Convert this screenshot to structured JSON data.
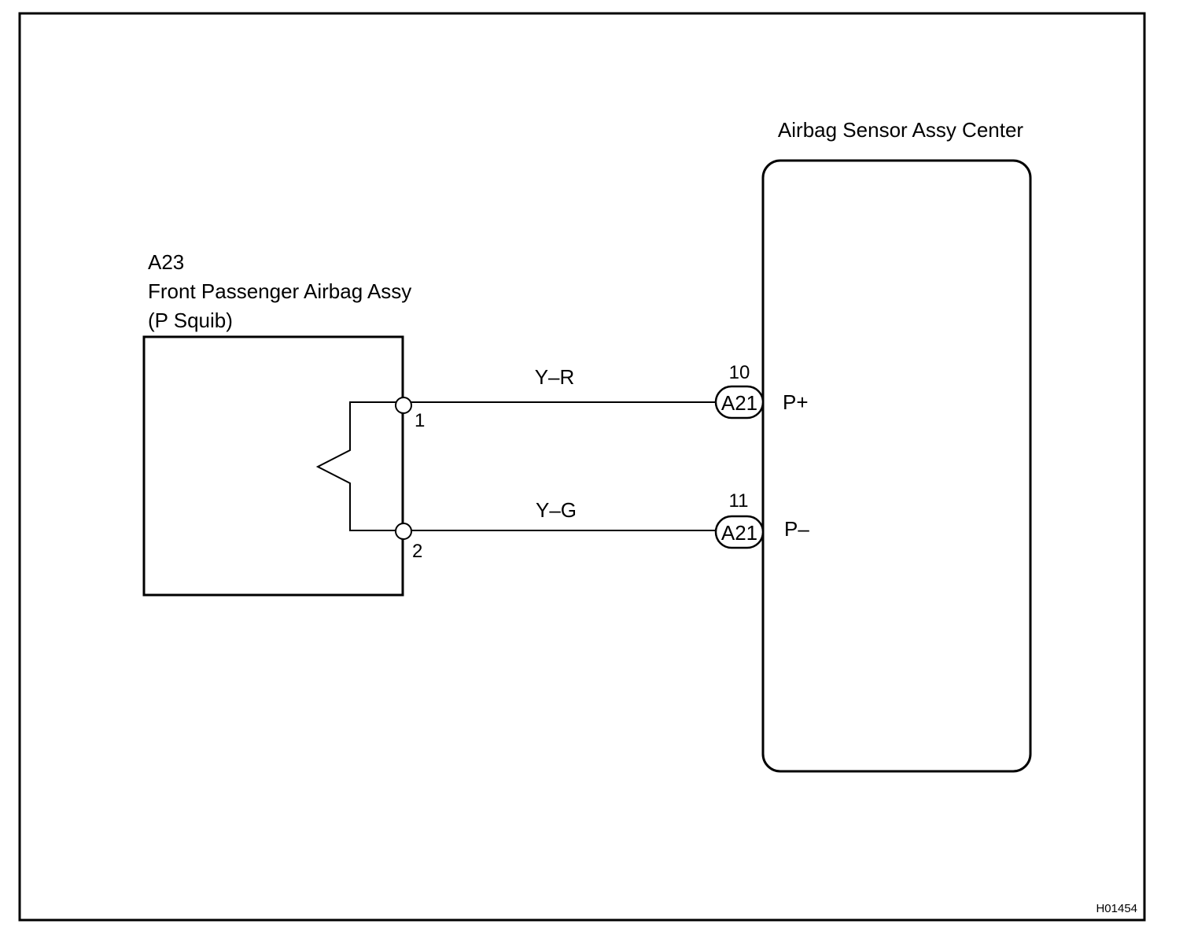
{
  "component_left": {
    "code": "A23",
    "name": "Front Passenger Airbag Assy",
    "subtitle": "(P Squib)",
    "pins": [
      "1",
      "2"
    ]
  },
  "component_right": {
    "name": "Airbag Sensor Assy Center",
    "terminals": [
      {
        "pin": "10",
        "connector": "A21",
        "signal": "P+"
      },
      {
        "pin": "11",
        "connector": "A21",
        "signal": "P–"
      }
    ]
  },
  "wires": [
    {
      "color_code": "Y–R"
    },
    {
      "color_code": "Y–G"
    }
  ],
  "figure_code": "H01454"
}
